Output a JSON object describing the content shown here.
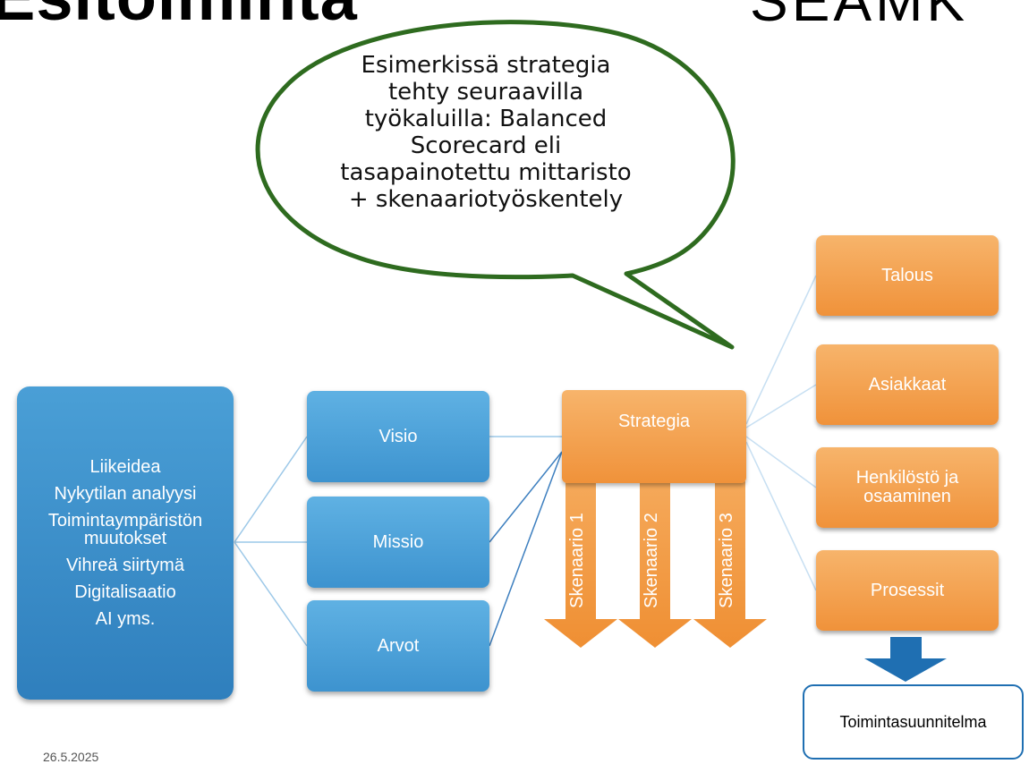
{
  "header": {
    "title_fragment": "Esitoiminta",
    "logo_fragment": "SEAMK"
  },
  "callout": {
    "lines": [
      "Esimerkissä strategia",
      "tehty seuraavilla",
      "työkaluilla: Balanced",
      "Scorecard eli",
      "tasapainotettu mittaristo",
      "+ skenaariotyöskentely"
    ]
  },
  "left_box": {
    "lines": [
      "Liikeidea",
      "Nykytilan analyysi",
      "Toimintaympäristön",
      "muutokset",
      "Vihreä siirtymä",
      "Digitalisaatio",
      "AI yms."
    ]
  },
  "middle_boxes": [
    "Visio",
    "Missio",
    "Arvot"
  ],
  "strategy": {
    "label": "Strategia",
    "scenarios": [
      "Skenaario 1",
      "Skenaario 2",
      "Skenaario 3"
    ]
  },
  "perspectives": [
    "Talous",
    "Asiakkaat",
    "Henkilöstö ja osaaminen",
    "Prosessit"
  ],
  "perspective_lines": {
    "henkilosto_1": "Henkilöstö ja",
    "henkilosto_2": "osaaminen"
  },
  "result": "Toimintasuunnitelma",
  "footer": {
    "date": "26.5.2025"
  },
  "colors": {
    "blue": "#3d93cf",
    "orange": "#f0923a",
    "bubble_border": "#2e6b1f",
    "down_arrow": "#1f6fb2"
  }
}
